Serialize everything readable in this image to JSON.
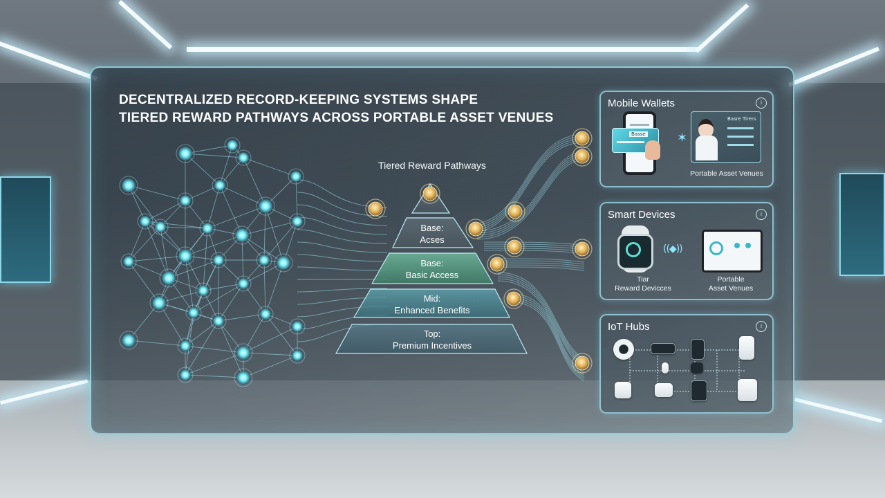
{
  "title": {
    "line1": "Decentralized Record-Keeping Systems Shape",
    "line2": "Tiered Reward Pathways Across Portable Asset Venues"
  },
  "pyramid": {
    "label": "Tiered Reward Pathways",
    "tiers": [
      {
        "name": "Base:",
        "desc": "Acses"
      },
      {
        "name": "Base:",
        "desc": "Basic Access"
      },
      {
        "name": "Mid:",
        "desc": "Enhanced Benefits"
      },
      {
        "name": "Top:",
        "desc": "Premium Incentives"
      }
    ]
  },
  "cards": {
    "mobile": {
      "title": "Mobile Wallets",
      "caption": "Portable Asset Venues",
      "screen_tag": "Basre Tirers",
      "card_label": "Basse",
      "icon": "bluetooth-icon"
    },
    "smart": {
      "title": "Smart Devices",
      "caption_left_1": "Tiar",
      "caption_left_2": "Reward Devicces",
      "caption_right_1": "Portable",
      "caption_right_2": "Asset Venues",
      "icon": "wireless-signal-icon"
    },
    "iot": {
      "title": "IoT Hubs"
    }
  },
  "colors": {
    "accent": "#8fe6ff",
    "node_glow": "#7ef2ff",
    "coin": "#e3b45a",
    "tier_green": "#5fa88e",
    "tier_teal": "#4f8c99"
  }
}
